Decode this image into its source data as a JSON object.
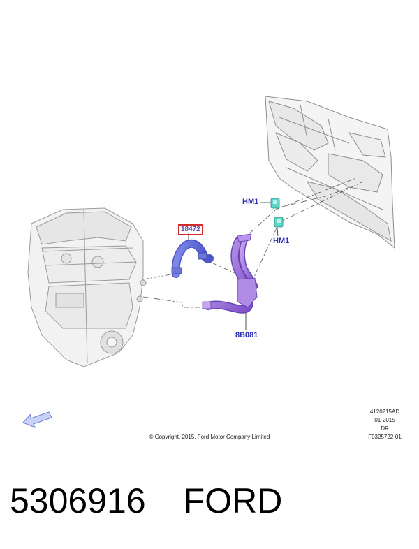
{
  "callouts": {
    "part_18472": "18472",
    "hm1_top": "HM1",
    "hm1_bottom": "HM1",
    "part_8b081": "8B081"
  },
  "info": {
    "code_1": "4120215AD",
    "code_2": "01-2015",
    "code_3": "DR",
    "code_4": "F0325722-01",
    "copyright": "© Copyright. 2015, Ford Motor Company Limited"
  },
  "footer": {
    "part_number": "5306916",
    "brand": "FORD"
  },
  "colors": {
    "callout_text": "#2b2fb0",
    "highlight_box": "#d42a2a",
    "hose": "#8a5fd0",
    "clip": "#5ed6c8",
    "engine_outline": "#9a9a9a"
  },
  "icons": {
    "view_direction": "view-arrow-icon"
  }
}
